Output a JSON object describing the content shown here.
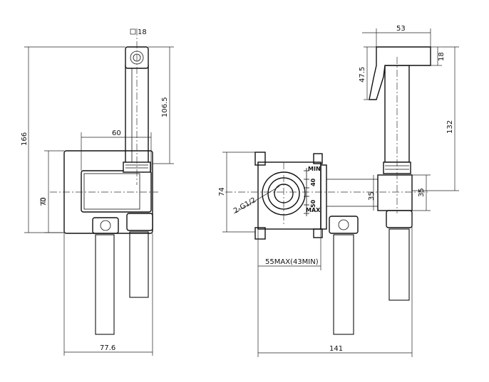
{
  "left_view": {
    "square_18": "18",
    "height_106_5": "106.5",
    "height_166": "166",
    "width_60": "60",
    "square_70": "70",
    "width_77_6": "77.6"
  },
  "right_view": {
    "width_53": "53",
    "height_47_5": "47.5",
    "square_18": "18",
    "height_132": "132",
    "height_74": "74",
    "square_35": "35",
    "height_35": "35",
    "thread": "2-G1/2",
    "depth_label": "55MAX(43MIN)",
    "width_141": "141",
    "scale_labels": [
      "MIN",
      "40",
      "50",
      "MAX"
    ]
  }
}
